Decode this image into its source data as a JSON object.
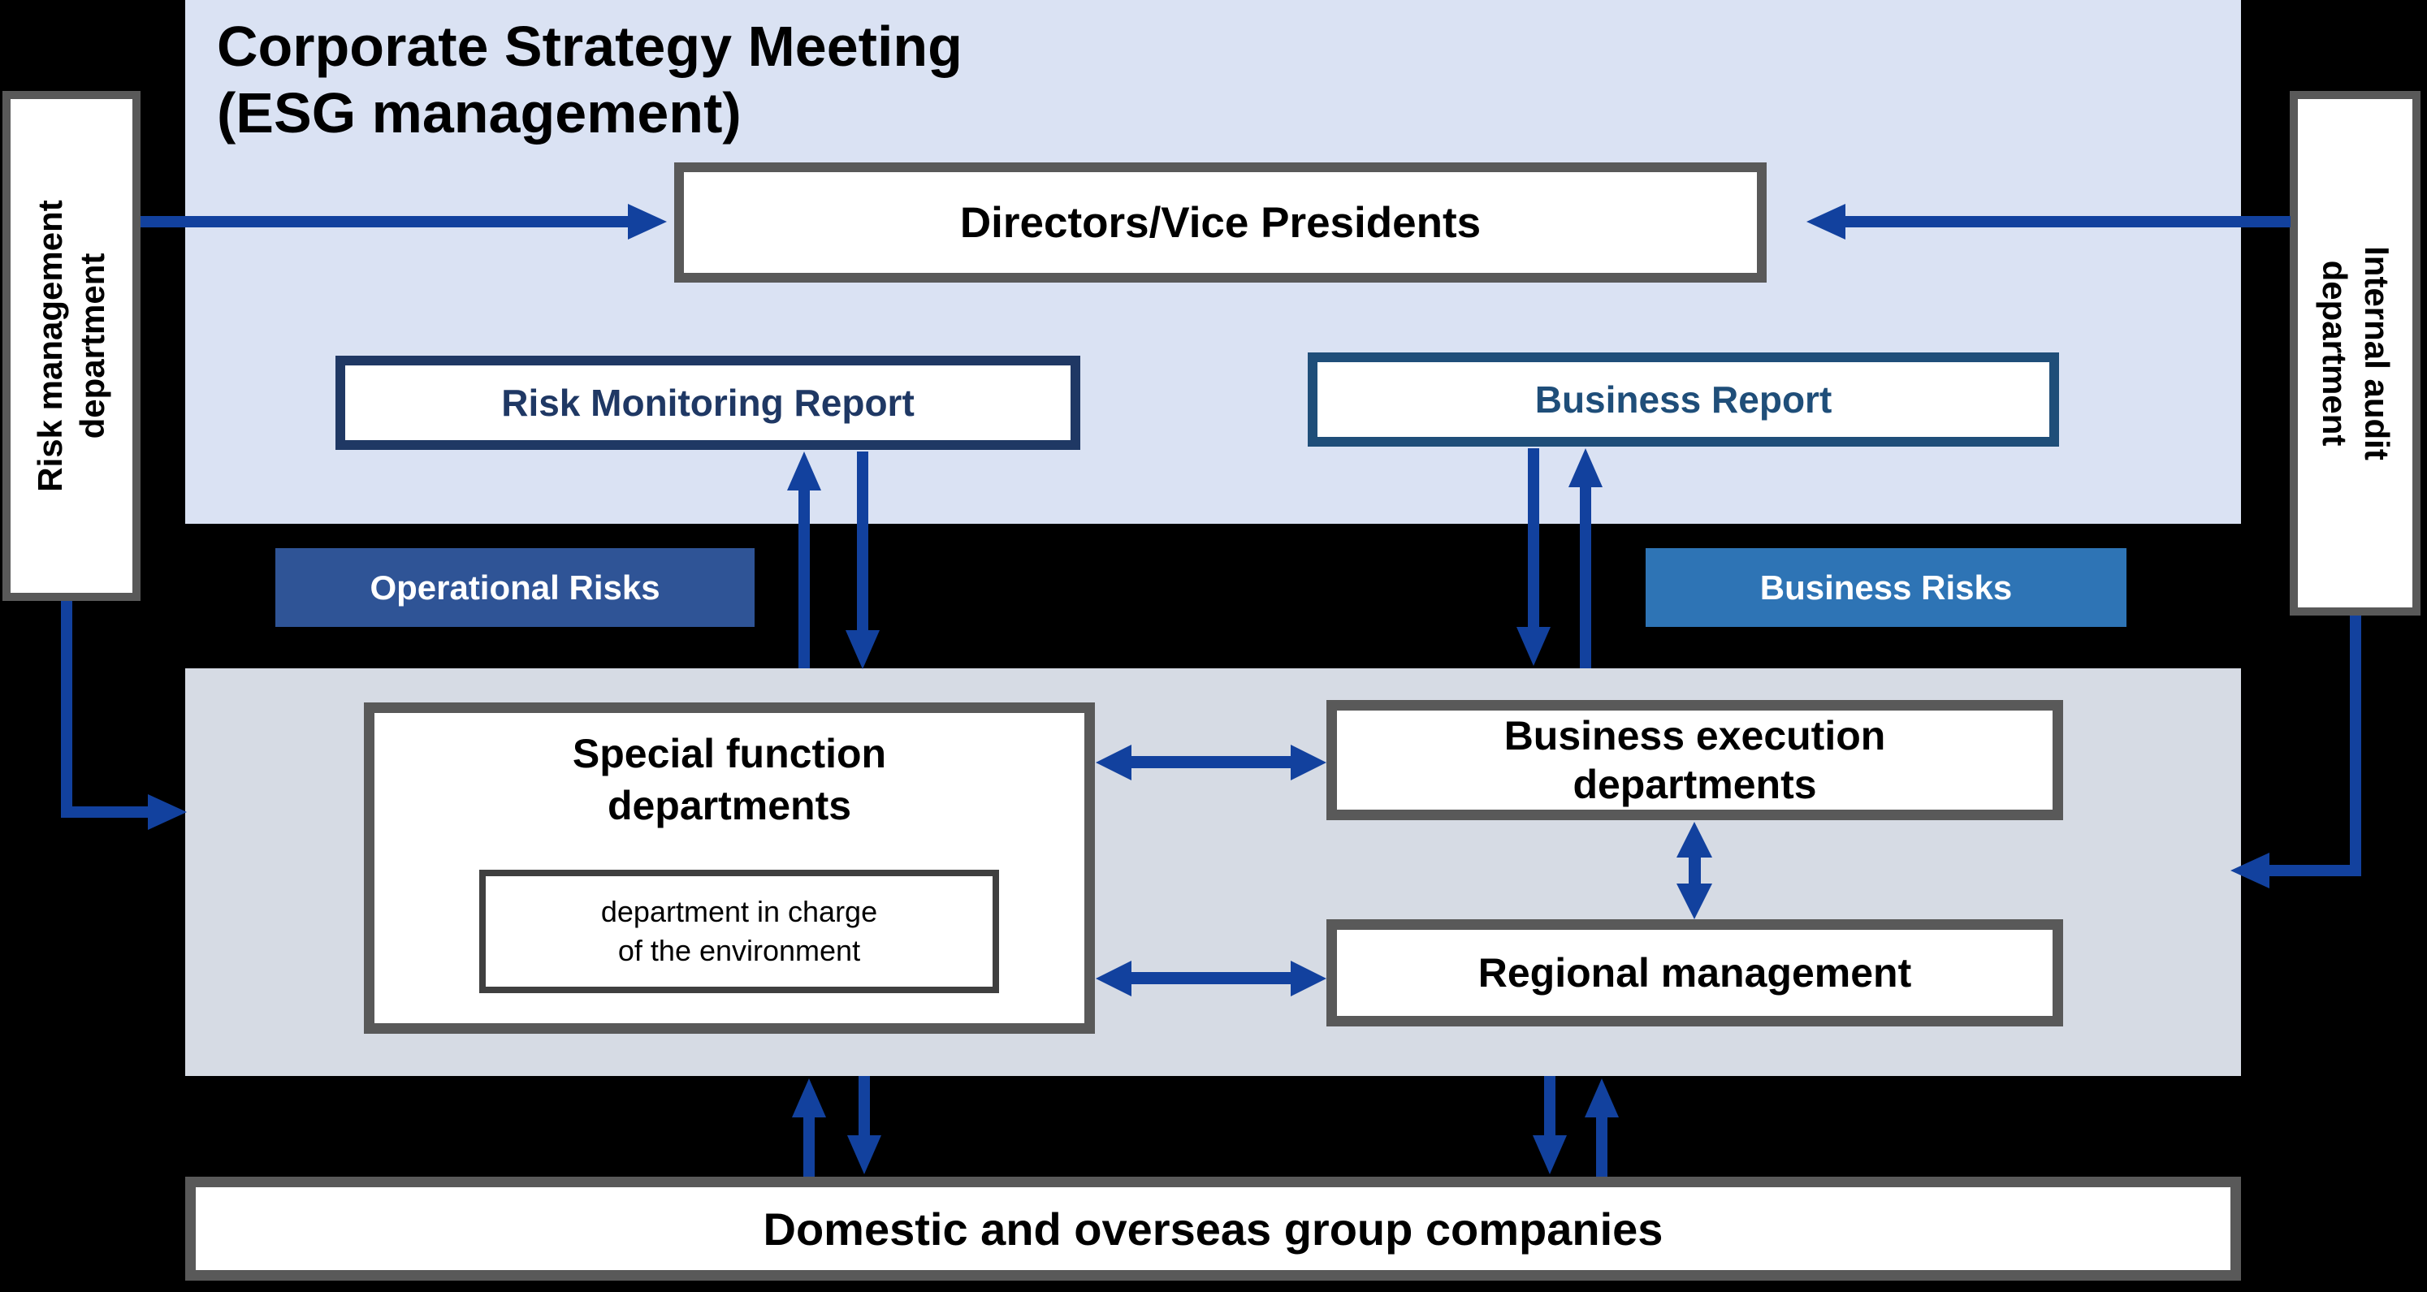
{
  "colors": {
    "page_bg": "#000000",
    "top_panel": "#dae2f3",
    "mid_panel": "#d6dbe4",
    "box_border_gray": "#595959",
    "env_border": "#3f3f3f",
    "rmr_navy": "#1f3864",
    "br_navy": "#1f4e79",
    "operational_fill": "#2f5496",
    "business_fill": "#2e74b5",
    "arrow": "#12419e"
  },
  "header": {
    "title": "Corporate Strategy Meeting\n(ESG management)"
  },
  "top_panel": {
    "directors": "Directors/Vice Presidents",
    "risk_monitoring_report": "Risk Monitoring Report",
    "business_report": "Business Report"
  },
  "side_panels": {
    "risk_management": "Risk management\ndepartment",
    "internal_audit": "Internal audit\ndepartment"
  },
  "risk_labels": {
    "operational": "Operational Risks",
    "business": "Business Risks"
  },
  "mid_panel": {
    "special_function": "Special function\ndepartments",
    "environment": "department in charge\nof the environment",
    "business_execution": "Business execution\ndepartments",
    "regional_management": "Regional management"
  },
  "bottom_panel": {
    "group_companies": "Domestic and overseas group companies"
  }
}
